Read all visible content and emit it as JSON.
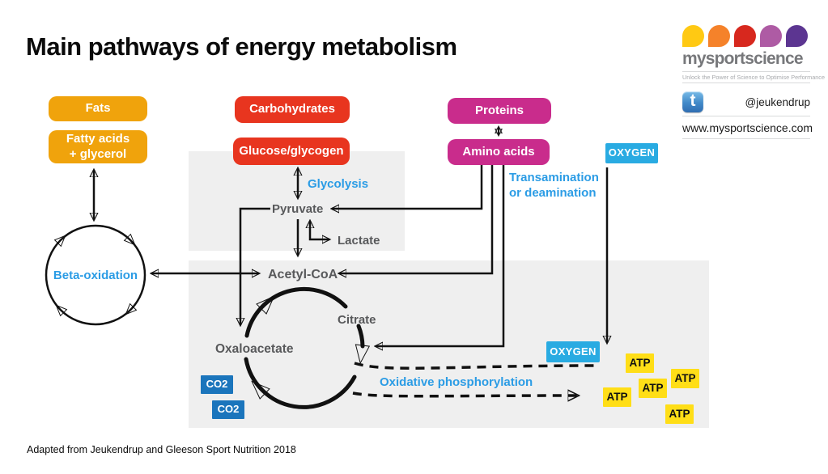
{
  "title": "Main pathways of energy metabolism",
  "footer": {
    "credit": "Adapted from Jeukendrup and Gleeson Sport Nutrition 2018"
  },
  "logo": {
    "brand": "mysportscience",
    "tagline": "Unlock the Power of Science to Optimise Performance",
    "twitter_handle": "@jeukendrup",
    "website": "www.mysportscience.com",
    "droplet_colors": [
      "#FFC913",
      "#F5822A",
      "#D7281E",
      "#AE5BA4",
      "#5C3591"
    ]
  },
  "nodes": {
    "fats": "Fats",
    "fatty_acids_glycerol": "Fatty acids\n+ glycerol",
    "carbohydrates": "Carbohydrates",
    "glucose_glycogen": "Glucose/glycogen",
    "proteins": "Proteins",
    "amino_acids": "Amino acids",
    "oxygen": "OXYGEN",
    "co2": "CO2",
    "atp": "ATP"
  },
  "labels": {
    "glycolysis": "Glycolysis",
    "pyruvate": "Pyruvate",
    "lactate": "Lactate",
    "transamination": "Transamination\nor deamination",
    "beta_oxidation": "Beta-oxidation",
    "acetyl_coa": "Acetyl-CoA",
    "citrate": "Citrate",
    "oxaloacetate": "Oxaloacetate",
    "oxidative_phosphorylation": "Oxidative phosphorylation"
  },
  "colors": {
    "fats": "#F0A30C",
    "carbs": "#E8351F",
    "protein": "#C92C8C",
    "oxygen": "#29ABE2",
    "co2": "#1B75BC",
    "atp": "#FFDE17",
    "blue-label": "#2B9CE5",
    "gray-label": "#58595B",
    "panel": "#EFEFEF"
  }
}
